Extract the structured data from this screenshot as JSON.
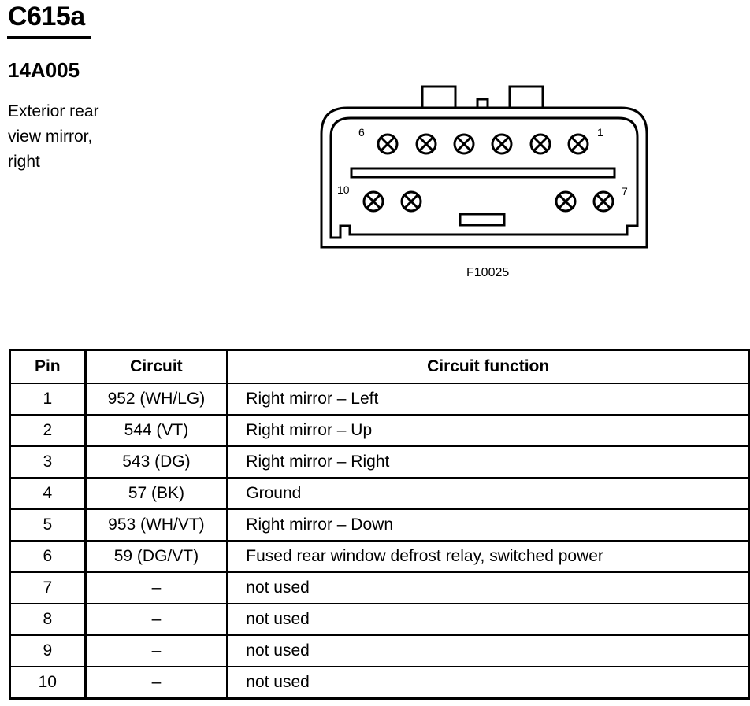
{
  "header": {
    "connector_id": "C615a",
    "part_number": "14A005",
    "description_lines": [
      "Exterior rear",
      "view mirror,",
      "right"
    ]
  },
  "diagram": {
    "figure_id": "F10025",
    "pin_labels": {
      "top_left": "6",
      "top_right": "1",
      "bottom_left": "10",
      "bottom_right": "7"
    }
  },
  "table": {
    "headers": {
      "pin": "Pin",
      "circuit": "Circuit",
      "function": "Circuit function"
    },
    "rows": [
      {
        "pin": "1",
        "circuit": "952 (WH/LG)",
        "function": "Right mirror – Left"
      },
      {
        "pin": "2",
        "circuit": "544 (VT)",
        "function": "Right mirror – Up"
      },
      {
        "pin": "3",
        "circuit": "543 (DG)",
        "function": "Right mirror – Right"
      },
      {
        "pin": "4",
        "circuit": "57 (BK)",
        "function": "Ground"
      },
      {
        "pin": "5",
        "circuit": "953 (WH/VT)",
        "function": "Right mirror – Down"
      },
      {
        "pin": "6",
        "circuit": "59 (DG/VT)",
        "function": "Fused rear window defrost relay, switched power"
      },
      {
        "pin": "7",
        "circuit": "–",
        "function": "not used"
      },
      {
        "pin": "8",
        "circuit": "–",
        "function": "not used"
      },
      {
        "pin": "9",
        "circuit": "–",
        "function": "not used"
      },
      {
        "pin": "10",
        "circuit": "–",
        "function": "not used"
      }
    ]
  }
}
